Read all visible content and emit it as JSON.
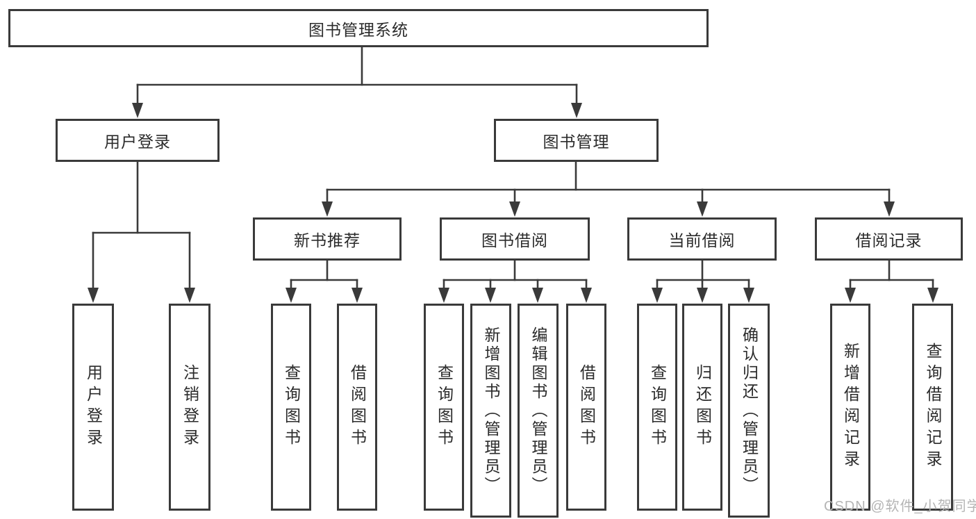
{
  "colors": {
    "line": "#3a3a3a",
    "text": "#2b2b2b",
    "watermark": "#b5b5b5",
    "bg": "#ffffff"
  },
  "watermark": "CSDN @软件_小贺同学",
  "tree": {
    "root": "图书管理系统",
    "user_login": "用户登录",
    "book_management": "图书管理",
    "new_book": "新书推荐",
    "book_borrow": "图书借阅",
    "current_borrow": "当前借阅",
    "borrow_records": "借阅记录",
    "leaves": {
      "login": [
        "用户登录",
        "注销登录"
      ],
      "new_book": [
        "查询图书",
        "借阅图书"
      ],
      "book_borrow": [
        "查询图书",
        "新增图书（管理员）",
        "编辑图书（管理员）",
        "借阅图书"
      ],
      "current_borrow": [
        "查询图书",
        "归还图书",
        "确认归还（管理员）"
      ],
      "borrow_records": [
        "新增借阅记录",
        "查询借阅记录"
      ]
    }
  }
}
